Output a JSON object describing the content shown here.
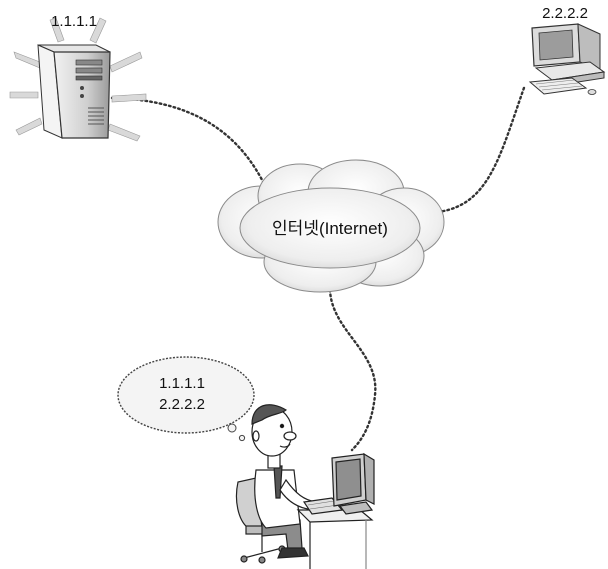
{
  "server": {
    "ip": "1.1.1.1"
  },
  "remote_pc": {
    "ip": "2.2.2.2"
  },
  "cloud": {
    "label": "인터넷(Internet)"
  },
  "thought": {
    "line1": "1.1.1.1",
    "line2": "2.2.2.2"
  },
  "colors": {
    "ink": "#222222",
    "cloud_fill": "#e8e8e8",
    "screen": "#bfbfbf",
    "body": "#d4d4d4"
  }
}
